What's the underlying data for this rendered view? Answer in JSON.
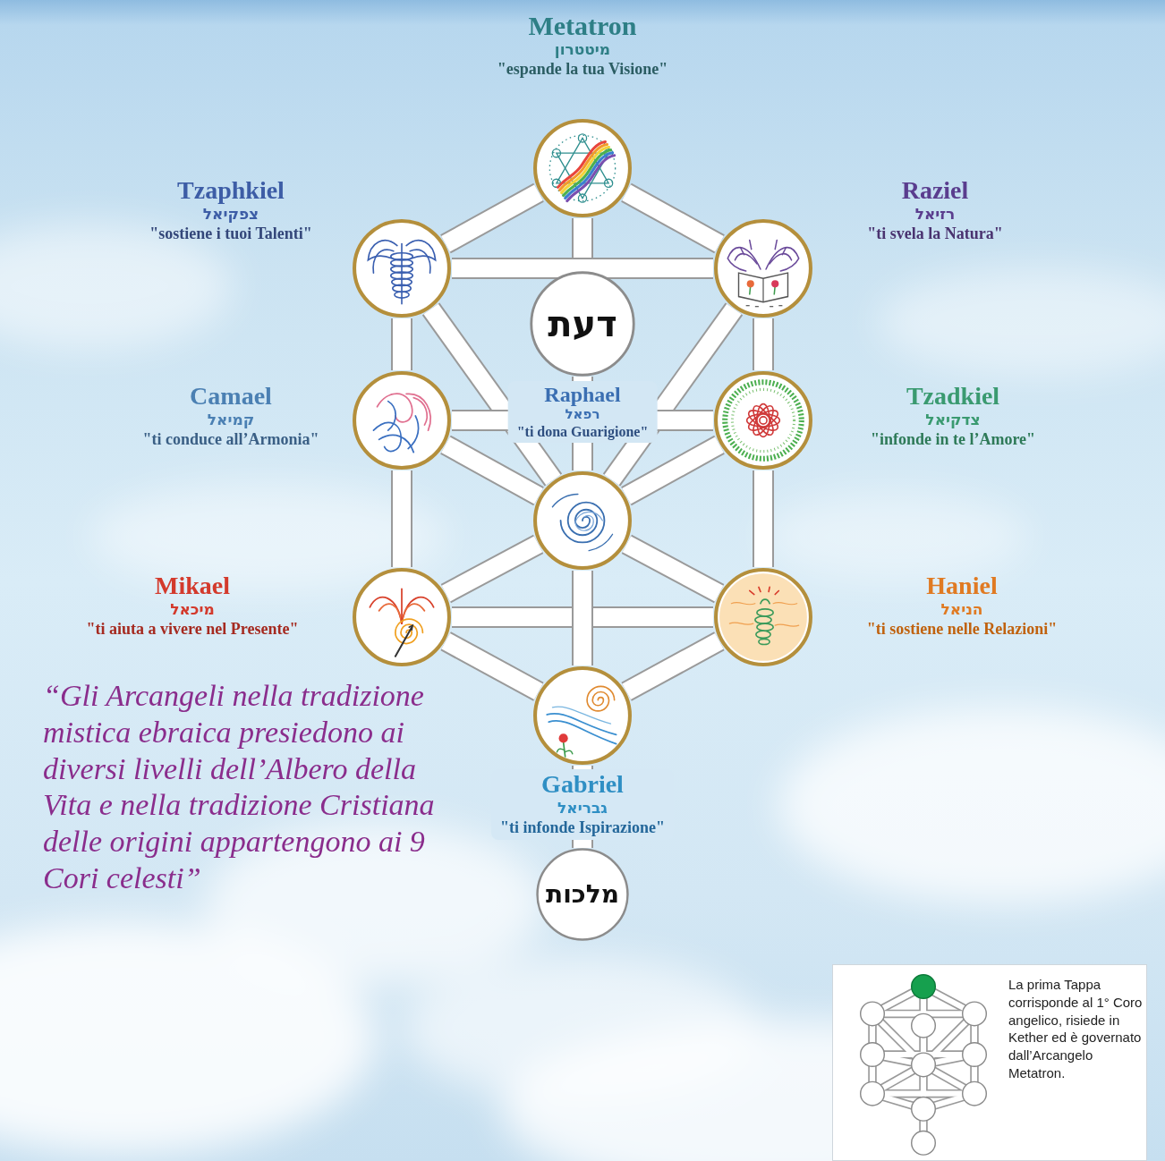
{
  "diagram": {
    "nodes": [
      {
        "text": [
          "Metatron",
          "מיטטרון",
          "\"espande la tua Visione\""
        ]
      },
      {
        "text": [
          "Tzaphkiel",
          "צפקיאל",
          "\"sostiene i tuoi Talenti\""
        ]
      },
      {
        "text": [
          "Raziel",
          "רזיאל",
          "\"ti svela la Natura\""
        ]
      },
      {
        "text": [
          "דעת"
        ]
      },
      {
        "text": [
          "Camael",
          "קמיאל",
          "\"ti conduce all’Armonia\""
        ]
      },
      {
        "text": [
          "Tzadkiel",
          "צדקיאל",
          "\"infonde in te l’Amore\""
        ]
      },
      {
        "text": [
          "Raphael",
          "רפאל",
          "\"ti dona Guarigione\""
        ]
      },
      {
        "text": [
          "Mikael",
          "מיכאל",
          "\"ti aiuta a vivere nel Presente\""
        ]
      },
      {
        "text": [
          "Haniel",
          "הניאל",
          "\"ti sostiene nelle Relazioni\""
        ]
      },
      {
        "text": [
          "Gabriel",
          "גבריאל",
          "\"ti infonde Ispirazione\""
        ]
      },
      {
        "text": [
          "מלכות"
        ]
      },
      {
        "text": [
          "La prima Tappa corrisponde al 1° Coro angelico, risiede in Kether ed è governato dall’Arcangelo Metatron."
        ]
      }
    ],
    "edges": [
      {
        "from": 0,
        "to": 1,
        "arrow": "none"
      },
      {
        "from": 0,
        "to": 2,
        "arrow": "none"
      },
      {
        "from": 0,
        "to": 3,
        "arrow": "none"
      },
      {
        "from": 1,
        "to": 2,
        "arrow": "none"
      },
      {
        "from": 3,
        "to": 6,
        "arrow": "none"
      },
      {
        "from": 1,
        "to": 4,
        "arrow": "none"
      },
      {
        "from": 2,
        "to": 5,
        "arrow": "none"
      },
      {
        "from": 1,
        "to": 6,
        "arrow": "none"
      },
      {
        "from": 2,
        "to": 6,
        "arrow": "none"
      },
      {
        "from": 4,
        "to": 5,
        "arrow": "none"
      },
      {
        "from": 4,
        "to": 6,
        "arrow": "none"
      },
      {
        "from": 5,
        "to": 6,
        "arrow": "none"
      },
      {
        "from": 4,
        "to": 7,
        "arrow": "none"
      },
      {
        "from": 5,
        "to": 8,
        "arrow": "none"
      },
      {
        "from": 6,
        "to": 7,
        "arrow": "none"
      },
      {
        "from": 6,
        "to": 8,
        "arrow": "none"
      },
      {
        "from": 7,
        "to": 8,
        "arrow": "none"
      },
      {
        "from": 6,
        "to": 9,
        "arrow": "none"
      },
      {
        "from": 7,
        "to": 9,
        "arrow": "none"
      },
      {
        "from": 8,
        "to": 9,
        "arrow": "none"
      },
      {
        "from": 9,
        "to": 10,
        "arrow": "none"
      }
    ],
    "labels": [
      "“Gli Arcangeli nella tradizione mistica ebraica presiedono ai diversi livelli dell’Albero della Vita e nella tradizione Cristiana delle origini appartengono ai 9 Cori celesti”"
    ]
  }
}
